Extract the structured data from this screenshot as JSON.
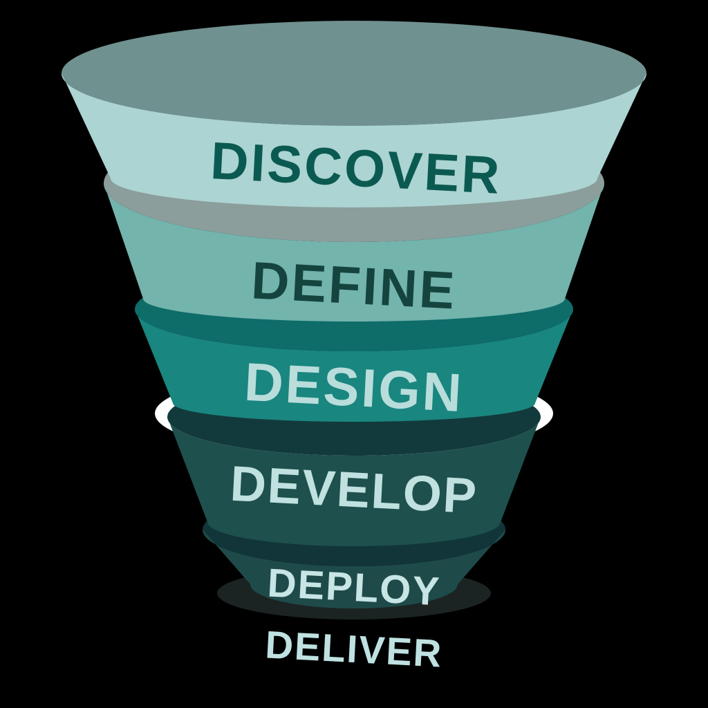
{
  "diagram": {
    "type": "funnel",
    "background_color": "#000000",
    "stages": [
      {
        "label": "DISCOVER",
        "band_color": "#ACD4D2",
        "rim_color": "#6F918F",
        "text_color": "#0B5A51"
      },
      {
        "label": "DEFINE",
        "band_color": "#73B4AD",
        "rim_color": "#8B9E9B",
        "text_color": "#15443F"
      },
      {
        "label": "DESIGN",
        "band_color": "#19867F",
        "rim_color": "#0E6C69",
        "text_color": "#B9DDDB"
      },
      {
        "label": "DEVELOP",
        "band_color": "#1E504D",
        "rim_color": "#123A3C",
        "text_color": "#C0E1DF"
      },
      {
        "label": "DEPLOY",
        "band_color": "#1E4B49",
        "rim_color": "#113539",
        "text_color": "#C7E5E4"
      }
    ],
    "footer": {
      "label": "DELIVER",
      "text_color": "#BFE1E1"
    },
    "effects": {
      "gap_highlight_color": "#FFFFFF",
      "tip_shadow_color": "#1B2423"
    }
  }
}
